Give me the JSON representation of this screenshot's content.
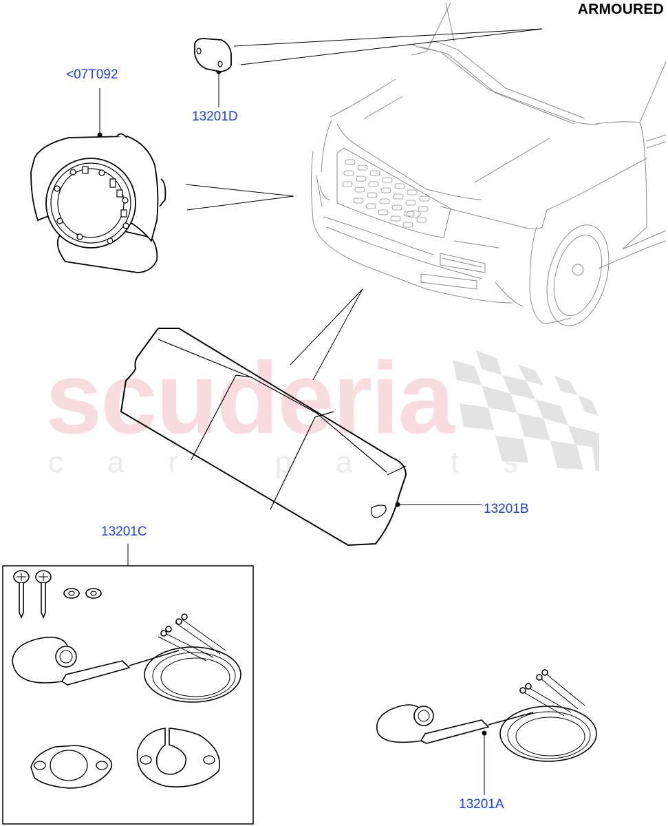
{
  "diagram": {
    "title": "ARMOURED",
    "watermark": {
      "main": "scuderia",
      "sub": "car parts",
      "main_color": "#f9dcdf",
      "sub_color": "#ececee",
      "flag_color": "#e3e3e3"
    },
    "label_color": "#1a3ef0",
    "callouts": [
      {
        "id": "07T092",
        "text": "<07T092",
        "part": "siren-speaker"
      },
      {
        "id": "13201D",
        "text": "13201D",
        "part": "small-bracket"
      },
      {
        "id": "13201B",
        "text": "13201B",
        "part": "cover-pad"
      },
      {
        "id": "13201C",
        "text": "13201C",
        "part": "sensor-kit"
      },
      {
        "id": "13201A",
        "text": "13201A",
        "part": "sensor-harness"
      }
    ]
  }
}
